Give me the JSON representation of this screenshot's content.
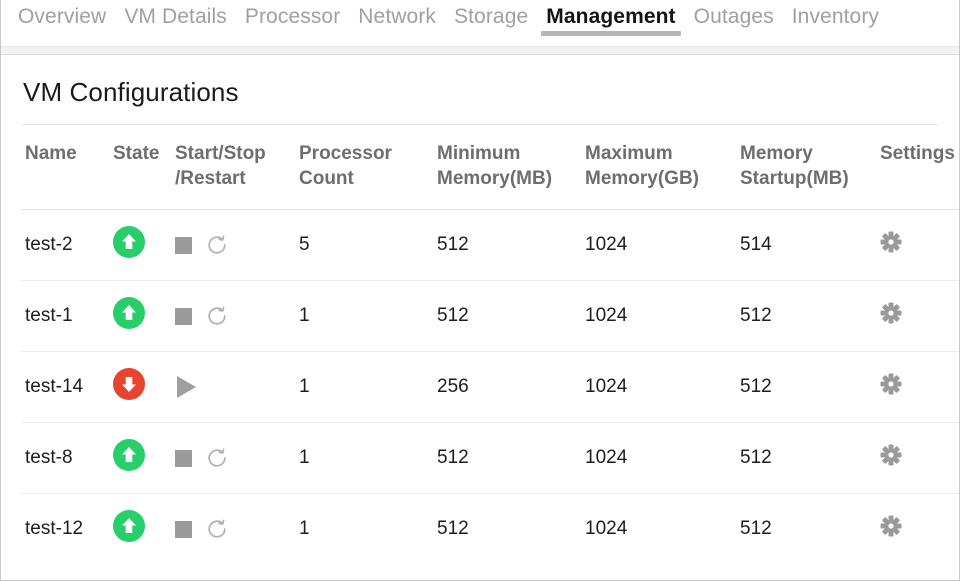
{
  "tabs": [
    {
      "label": "Overview",
      "active": false
    },
    {
      "label": "VM Details",
      "active": false
    },
    {
      "label": "Processor",
      "active": false
    },
    {
      "label": "Network",
      "active": false
    },
    {
      "label": "Storage",
      "active": false
    },
    {
      "label": "Management",
      "active": true
    },
    {
      "label": "Outages",
      "active": false
    },
    {
      "label": "Inventory",
      "active": false
    }
  ],
  "panel": {
    "title": "VM Configurations"
  },
  "table": {
    "columns": [
      "Name",
      "State",
      "Start/Stop\n/Restart",
      "Processor\nCount",
      "Minimum\nMemory(MB)",
      "Maximum\nMemory(GB)",
      "Memory\nStartup(MB)",
      "Settings"
    ],
    "columns_display": {
      "name": "Name",
      "state": "State",
      "actions_line1": "Start/Stop",
      "actions_line2": "/Restart",
      "processor_line1": "Processor",
      "processor_line2": "Count",
      "minimum_line1": "Minimum",
      "minimum_line2": "Memory(MB)",
      "maximum_line1": "Maximum",
      "maximum_line2": "Memory(GB)",
      "startup_line1": "Memory",
      "startup_line2": "Startup(MB)",
      "settings": "Settings"
    },
    "rows": [
      {
        "name": "test-2",
        "state": "running",
        "state_icon": "green-circle-up-arrow-icon",
        "actions": [
          "stop-icon",
          "restart-icon"
        ],
        "processor_count": "5",
        "minimum_memory_mb": "512",
        "maximum_memory_gb": "1024",
        "memory_startup_mb": "514",
        "settings_icon": "gear-icon"
      },
      {
        "name": "test-1",
        "state": "running",
        "state_icon": "green-circle-up-arrow-icon",
        "actions": [
          "stop-icon",
          "restart-icon"
        ],
        "processor_count": "1",
        "minimum_memory_mb": "512",
        "maximum_memory_gb": "1024",
        "memory_startup_mb": "512",
        "settings_icon": "gear-icon"
      },
      {
        "name": "test-14",
        "state": "stopped",
        "state_icon": "red-circle-down-arrow-icon",
        "actions": [
          "play-icon"
        ],
        "processor_count": "1",
        "minimum_memory_mb": "256",
        "maximum_memory_gb": "1024",
        "memory_startup_mb": "512",
        "settings_icon": "gear-icon"
      },
      {
        "name": "test-8",
        "state": "running",
        "state_icon": "green-circle-up-arrow-icon",
        "actions": [
          "stop-icon",
          "restart-icon"
        ],
        "processor_count": "1",
        "minimum_memory_mb": "512",
        "maximum_memory_gb": "1024",
        "memory_startup_mb": "512",
        "settings_icon": "gear-icon"
      },
      {
        "name": "test-12",
        "state": "running",
        "state_icon": "green-circle-up-arrow-icon",
        "actions": [
          "stop-icon",
          "restart-icon"
        ],
        "processor_count": "1",
        "minimum_memory_mb": "512",
        "maximum_memory_gb": "1024",
        "memory_startup_mb": "512",
        "settings_icon": "gear-icon"
      }
    ]
  },
  "colors": {
    "running_green": "#27ce6a",
    "stopped_red": "#e8432f",
    "icon_gray": "#9a9a9a",
    "header_gray": "#6e6e6e",
    "tab_inactive": "#a0a0a0",
    "tab_active": "#141414"
  }
}
